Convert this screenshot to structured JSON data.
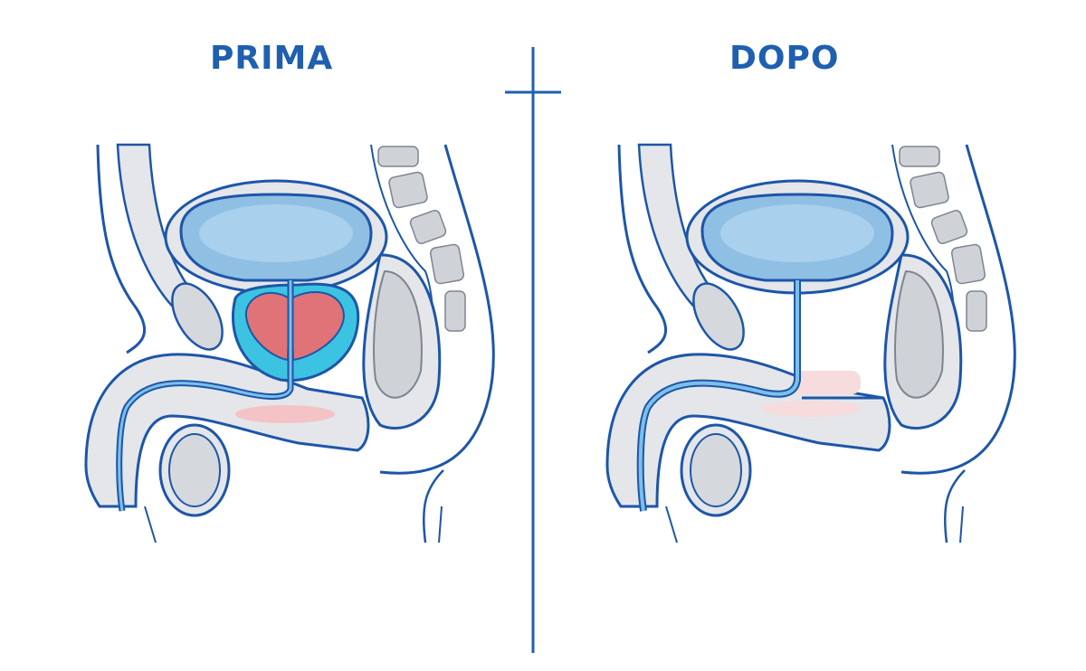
{
  "titles": {
    "before": "PRIMA",
    "after": "DOPO"
  },
  "colors": {
    "outline": "#1d56a8",
    "tissue": "#e4e6ea",
    "bladder": "#8fbfe3",
    "bladder_light": "#a9d0ec",
    "prostate": "#e07378",
    "prostate_capsule": "#3cc3e2",
    "pink_muscle": "#f3c3c6",
    "bone": "#cfd2d7",
    "divider": "#1f5fb0"
  },
  "panels": [
    {
      "id": "before",
      "label": "PRIMA",
      "prostate_state": "enlarged"
    },
    {
      "id": "after",
      "label": "DOPO",
      "prostate_state": "removed"
    }
  ]
}
